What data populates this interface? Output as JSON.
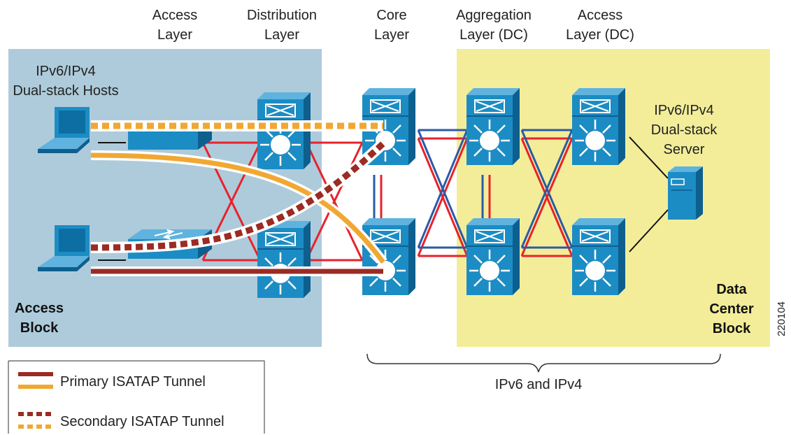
{
  "layers": [
    {
      "id": "access",
      "line1": "Access",
      "line2": "Layer"
    },
    {
      "id": "distribution",
      "line1": "Distribution",
      "line2": "Layer"
    },
    {
      "id": "core",
      "line1": "Core",
      "line2": "Layer"
    },
    {
      "id": "aggregation",
      "line1": "Aggregation",
      "line2": "Layer (DC)"
    },
    {
      "id": "access-dc",
      "line1": "Access",
      "line2": "Layer (DC)"
    }
  ],
  "hosts_label": {
    "line1": "IPv6/IPv4",
    "line2": "Dual-stack Hosts"
  },
  "server_label": {
    "line1": "IPv6/IPv4",
    "line2": "Dual-stack",
    "line3": "Server"
  },
  "access_block": {
    "line1": "Access",
    "line2": "Block"
  },
  "dc_block": {
    "line1": "Data",
    "line2": "Center",
    "line3": "Block"
  },
  "brace_label": "IPv6 and IPv4",
  "figure_id": "220104",
  "legend": {
    "primary": "Primary ISATAP Tunnel",
    "secondary": "Secondary ISATAP Tunnel"
  },
  "colors": {
    "access_block_bg": "#aecbdb",
    "dc_block_bg": "#f3ed9a",
    "switch_blue": "#1c8cc4",
    "link_red": "#e8222b",
    "link_blue": "#2c5aa6",
    "tunnel_dark_red": "#9b2b23",
    "tunnel_orange": "#f0a833"
  }
}
